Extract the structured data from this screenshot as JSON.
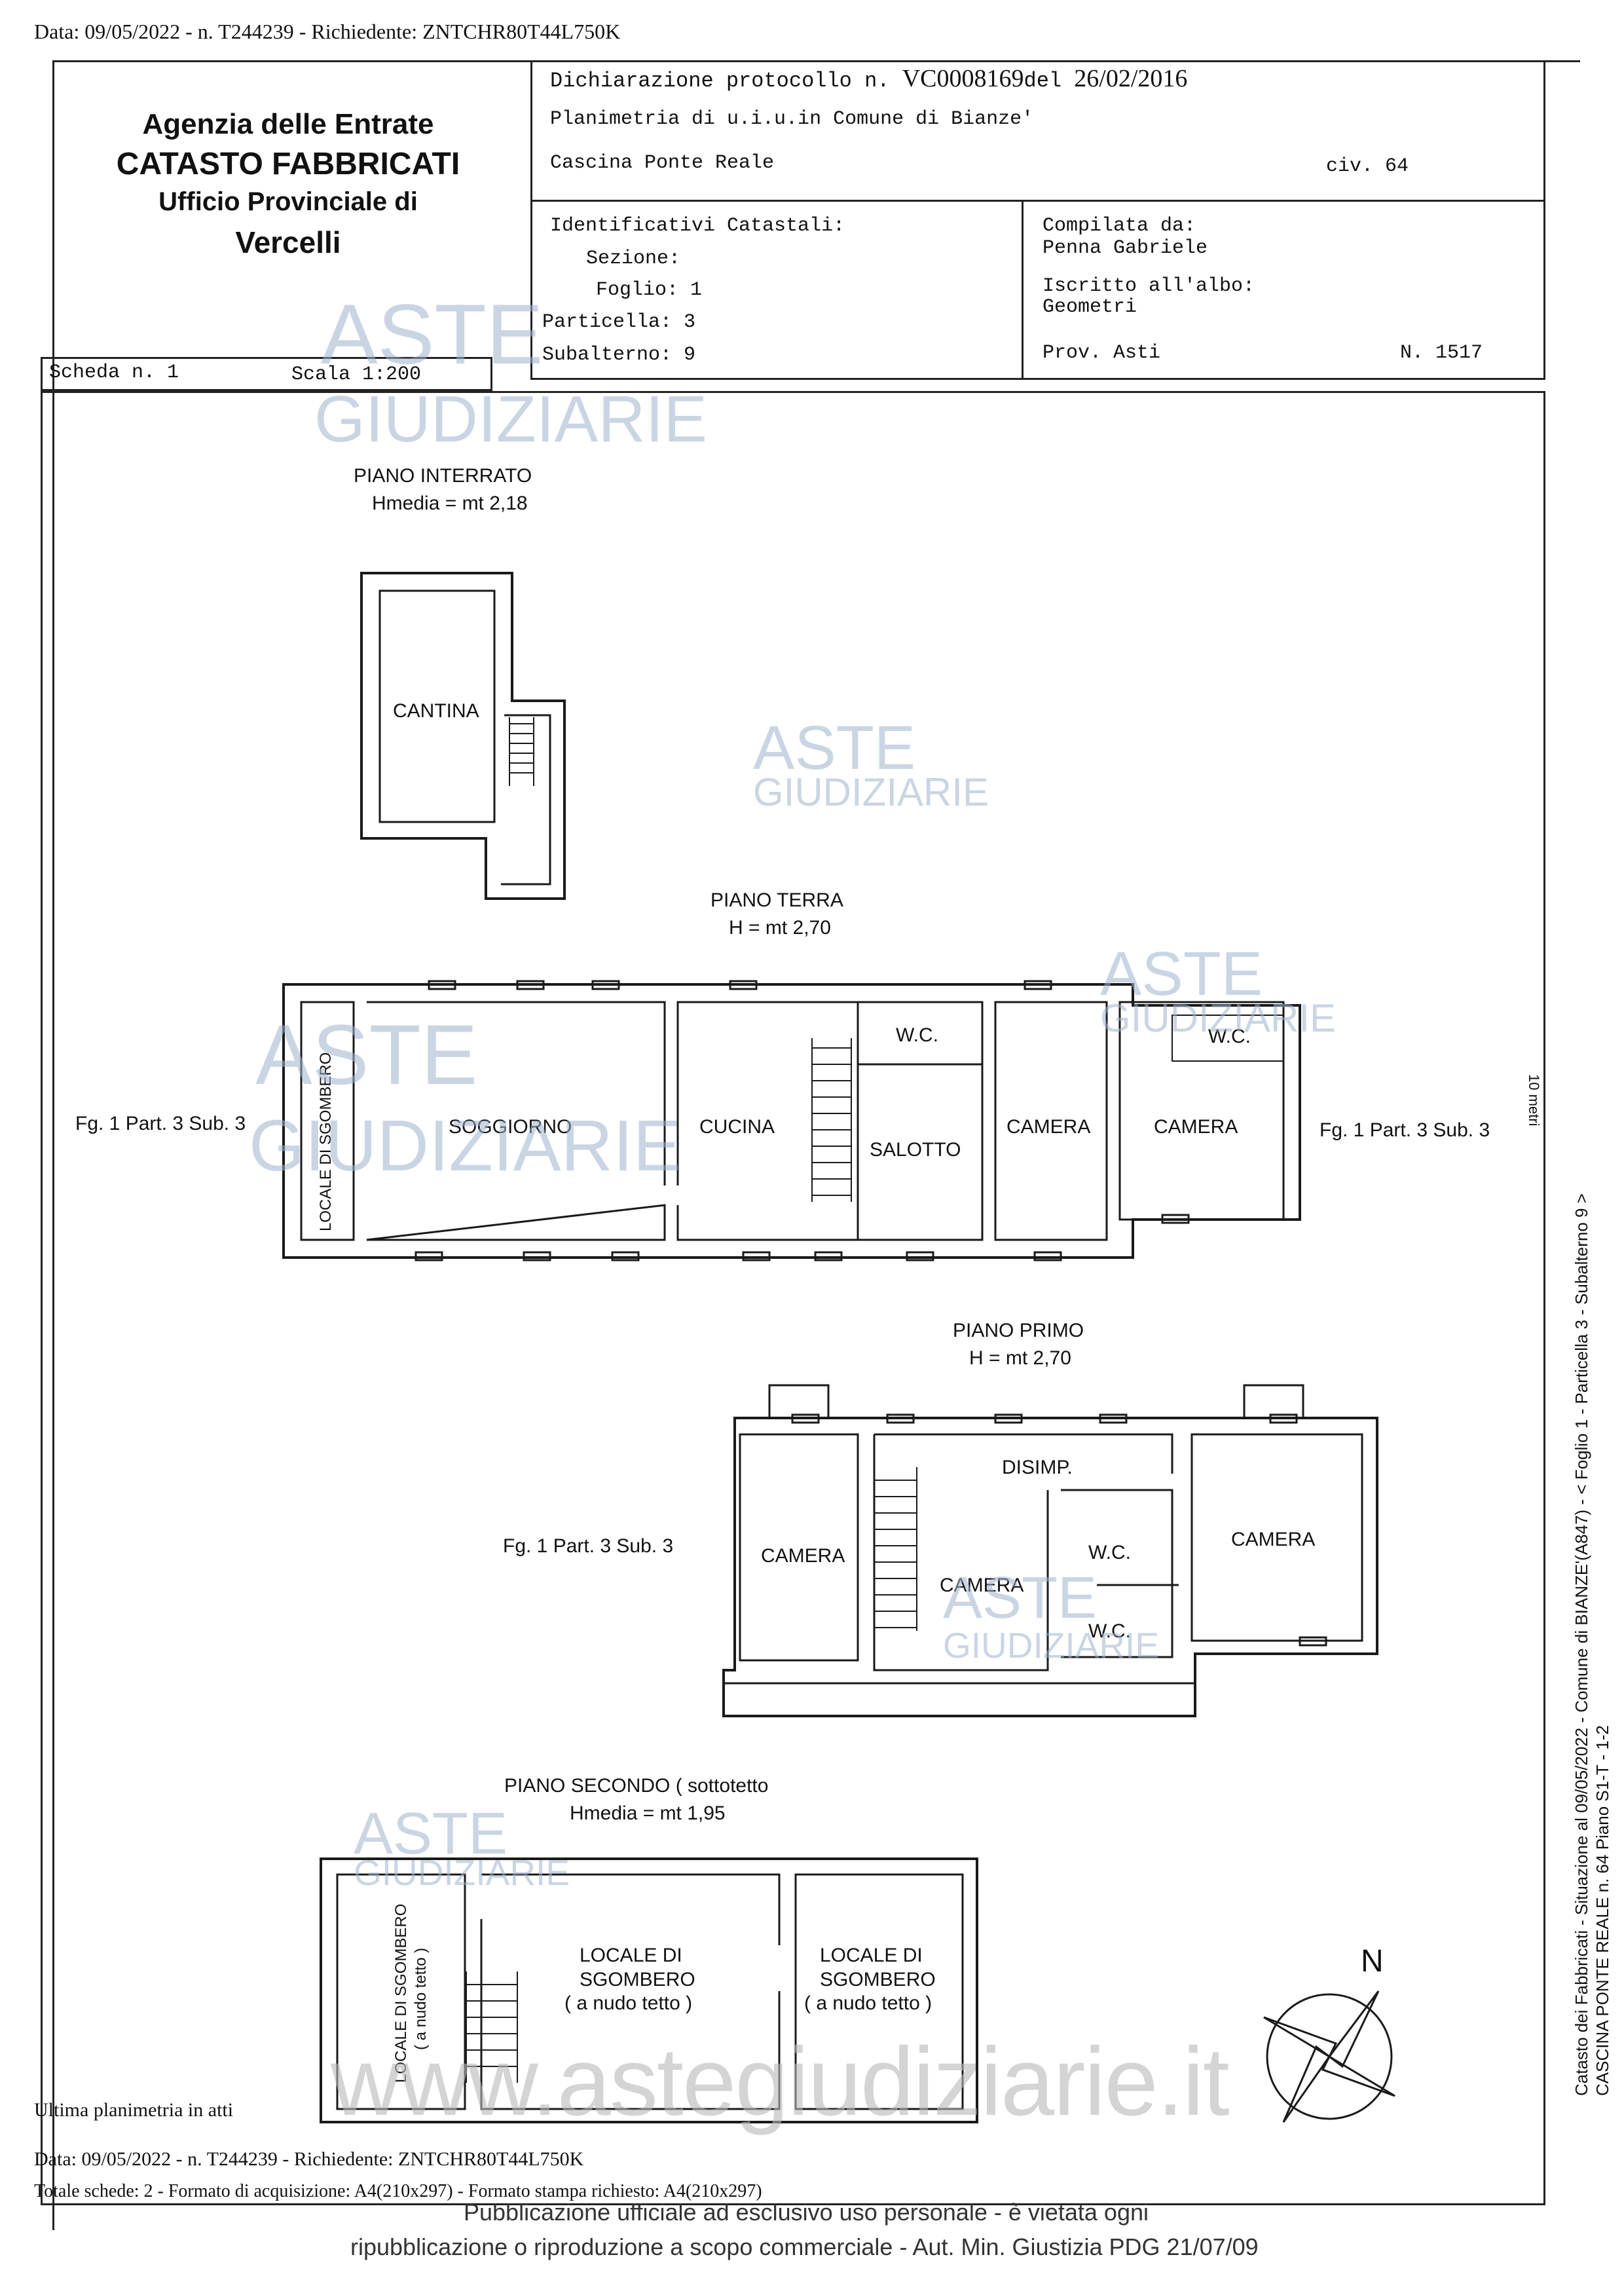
{
  "header_line": "Data: 09/05/2022 - n. T244239 - Richiedente: ZNTCHR80T44L750K",
  "agency": {
    "name": "Agenzia delle Entrate",
    "dept": "CATASTO FABBRICATI",
    "office": "Ufficio Provinciale di",
    "city": "Vercelli"
  },
  "declaration": {
    "label": "Dichiarazione protocollo n.",
    "number": "VC0008169",
    "del": "del",
    "date": "26/02/2016",
    "plan": "Planimetria di u.i.u.in Comune di Bianze'",
    "address": "Cascina Ponte Reale",
    "civ": "civ. 64"
  },
  "identifiers": {
    "title": "Identificativi Catastali:",
    "sezione": "Sezione:",
    "foglio": "Foglio: 1",
    "particella": "Particella: 3",
    "subalterno": "Subalterno: 9"
  },
  "compiler": {
    "label": "Compilata da:",
    "name": "Penna Gabriele",
    "albo": "Iscritto all'albo:",
    "profession": "Geometri",
    "prov": "Prov. Asti",
    "num": "N. 1517"
  },
  "scheda": {
    "label": "Scheda n. 1",
    "scale": "Scala 1:200"
  },
  "floors": {
    "interrato": {
      "title": "PIANO INTERRATO",
      "height": "Hmedia = mt 2,18",
      "rooms": [
        "CANTINA"
      ]
    },
    "terra": {
      "title": "PIANO TERRA",
      "height": "H = mt 2,70",
      "left_ref": "Fg. 1 Part. 3 Sub. 3",
      "right_ref": "Fg. 1 Part. 3 Sub. 3",
      "rooms": [
        "LOCALE DI SGOMBERO",
        "SOGGIORNO",
        "CUCINA",
        "W.C.",
        "SALOTTO",
        "CAMERA",
        "CAMERA",
        "W.C."
      ]
    },
    "primo": {
      "title": "PIANO PRIMO",
      "height": "H = mt 2,70",
      "left_ref": "Fg. 1 Part. 3 Sub. 3",
      "rooms": [
        "DISIMP.",
        "CAMERA",
        "CAMERA",
        "W.C.",
        "W.C.",
        "CAMERA"
      ]
    },
    "secondo": {
      "title": "PIANO SECONDO ( sottotetto",
      "height": "Hmedia = mt 1,95",
      "room_left_1": "LOCALE DI SGOMBERO",
      "room_left_2": "( a nudo tetto )",
      "room_mid": [
        "LOCALE DI",
        "SGOMBERO",
        "( a nudo tetto )"
      ],
      "room_right": [
        "LOCALE DI",
        "SGOMBERO",
        "( a nudo tetto )"
      ]
    }
  },
  "north": "N",
  "side_text": "Catasto dei Fabbricati - Situazione al 09/05/2022 - Comune di BIANZE'(A847) - < Foglio 1 - Particella 3 - Subalterno 9 >",
  "side_text_2": "CASCINA PONTE REALE n. 64 Piano S1-T - 1-2",
  "scale_bar": "10 metri",
  "footer": {
    "last": "Ultima planimetria in atti",
    "data": "Data: 09/05/2022 - n. T244239 - Richiedente: ZNTCHR80T44L750K",
    "totale": "Totale schede: 2 - Formato di acquisizione: A4(210x297) - Formato stampa richiesto: A4(210x297)",
    "pub1": "Pubblicazione ufficiale ad esclusivo uso personale - è vietata ogni",
    "pub2": "ripubblicazione o riproduzione a scopo commerciale - Aut. Min. Giustizia PDG 21/07/09"
  },
  "watermark": {
    "aste": "ASTE",
    "giudiziarie": "GIUDIZIARIE",
    "url": "www.astegiudiziarie.it"
  }
}
